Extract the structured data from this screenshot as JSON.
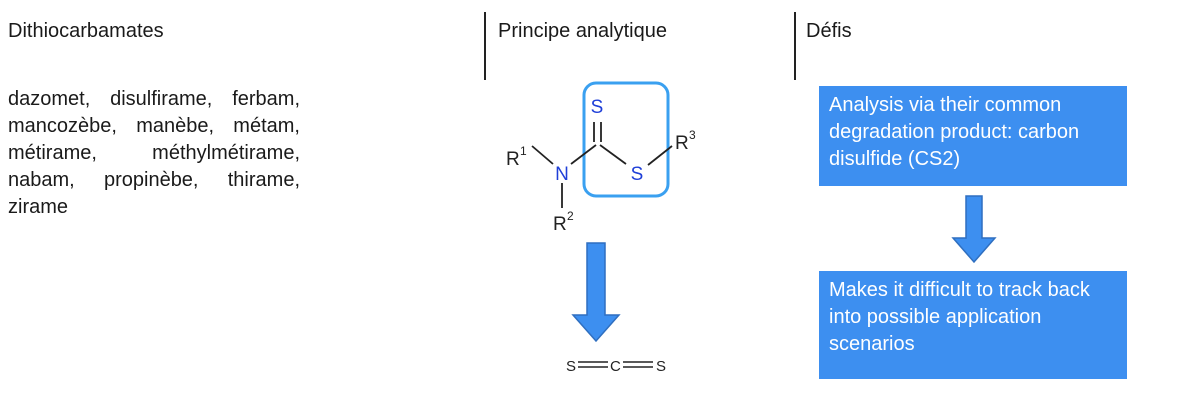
{
  "columns": {
    "col1": {
      "header": "Dithiocarbamates",
      "body": "dazomet, disulfirame, ferbam, mancozèbe, manèbe, métam, métirame, méthylmétirame, nabam, propinèbe, thirame, zirame"
    },
    "col2": {
      "header": "Principe analytique"
    },
    "col3": {
      "header": "Défis"
    }
  },
  "structure": {
    "atom_S_top": "S",
    "atom_N": "N",
    "atom_S_right": "S",
    "R1": "R",
    "R1_sup": "1",
    "R2": "R",
    "R2_sup": "2",
    "R3": "R",
    "R3_sup": "3",
    "product_S1": "S",
    "product_C": "C",
    "product_S2": "S"
  },
  "challenges": {
    "box1": "Analysis via their common degradation product: carbon disulfide (CS2)",
    "box2": "Makes it difficult to track back into possible application scenarios"
  },
  "colors": {
    "accent": "#3d8ff0",
    "atom_blue": "#1f3fd8",
    "highlight_border": "#3aa0f0"
  }
}
